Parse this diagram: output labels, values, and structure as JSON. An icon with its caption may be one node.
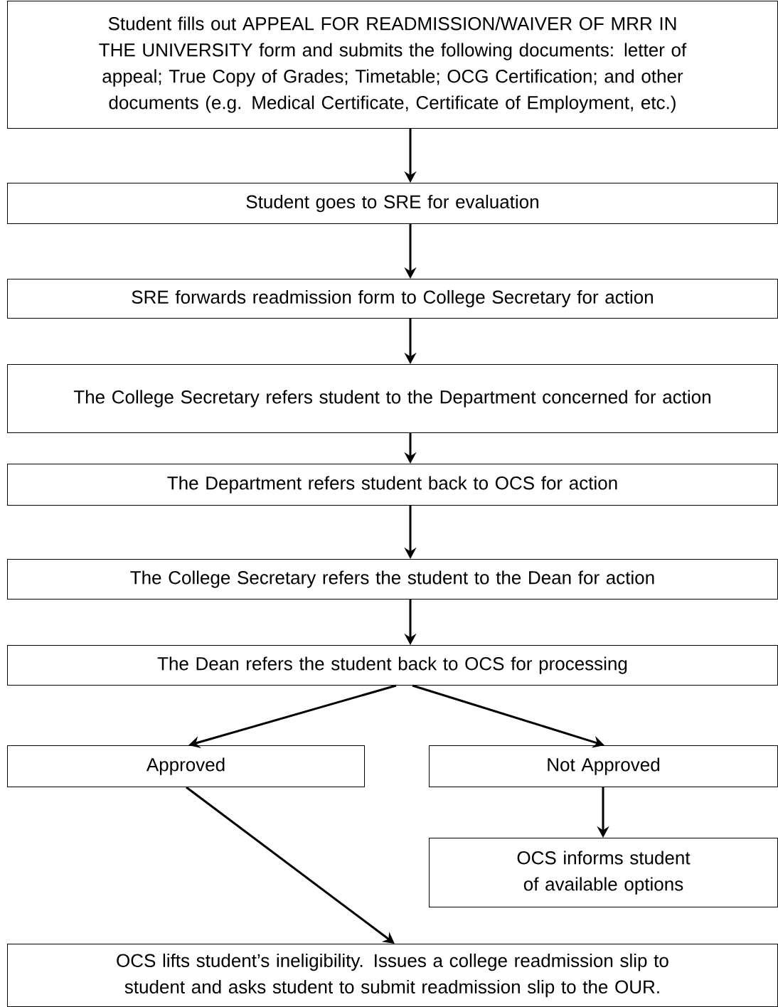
{
  "diagram": {
    "nodes": [
      {
        "text": [
          "Student fills out APPEAL FOR READMISSION/WAIVER OF MRR IN THE UNIVERSITY form and submits the following documents: letter of appeal; True Copy of Grades; Timetable; OCG Certification; and other documents (e.g. Medical Certificate, Certificate of Employment, etc.)"
        ]
      },
      {
        "text": [
          "Student goes to SRE for evaluation"
        ]
      },
      {
        "text": [
          "SRE forwards readmission form to College Secretary for action"
        ]
      },
      {
        "text": [
          "The College Secretary refers student to the Department concerned for action"
        ]
      },
      {
        "text": [
          "The Department refers student back to OCS for action"
        ]
      },
      {
        "text": [
          "The College Secretary refers the student to the Dean for action"
        ]
      },
      {
        "text": [
          "The Dean refers the student back to OCS for processing"
        ]
      },
      {
        "text": [
          "Approved"
        ]
      },
      {
        "text": [
          "Not Approved"
        ]
      },
      {
        "text": [
          "OCS informs student of available options"
        ]
      },
      {
        "text": [
          "OCS lifts student’s ineligibility. Issues a college readmission slip to student and asks student to submit readmission slip to the OUR."
        ]
      }
    ],
    "edges": [
      {
        "from": 0,
        "to": 1,
        "arrow": "to"
      },
      {
        "from": 1,
        "to": 2,
        "arrow": "to"
      },
      {
        "from": 2,
        "to": 3,
        "arrow": "to"
      },
      {
        "from": 3,
        "to": 4,
        "arrow": "to"
      },
      {
        "from": 4,
        "to": 5,
        "arrow": "to"
      },
      {
        "from": 5,
        "to": 6,
        "arrow": "to"
      },
      {
        "from": 6,
        "to": 7,
        "arrow": "to"
      },
      {
        "from": 6,
        "to": 8,
        "arrow": "to"
      },
      {
        "from": 8,
        "to": 9,
        "arrow": "to"
      },
      {
        "from": 7,
        "to": 10,
        "arrow": "to"
      }
    ]
  }
}
